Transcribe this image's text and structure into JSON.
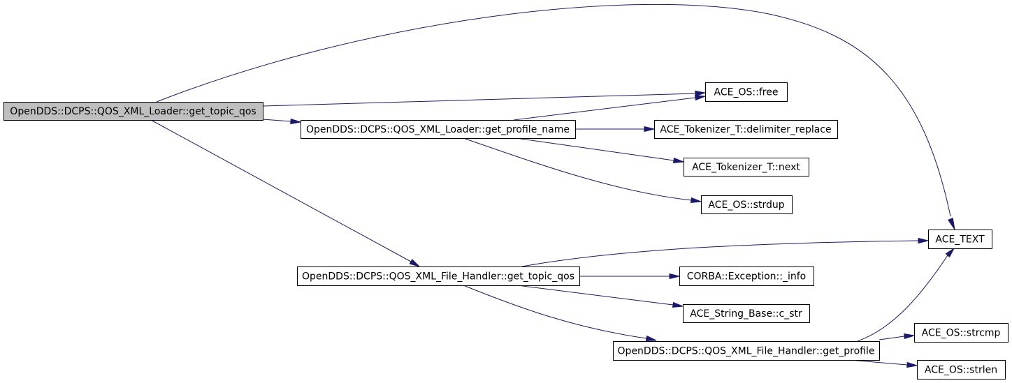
{
  "colors": {
    "root_fill": "#bfbfbf",
    "node_fill": "#ffffff",
    "edge": "#191970"
  },
  "nodes": [
    {
      "id": "n_loader_get_topic_qos",
      "label": "OpenDDS::DCPS::QOS_XML_Loader::get_topic_qos",
      "root": true
    },
    {
      "id": "n_get_profile_name",
      "label": "OpenDDS::DCPS::QOS_XML_Loader::get_profile_name"
    },
    {
      "id": "n_free",
      "label": "ACE_OS::free"
    },
    {
      "id": "n_delimiter_replace",
      "label": "ACE_Tokenizer_T::delimiter_replace"
    },
    {
      "id": "n_next",
      "label": "ACE_Tokenizer_T::next"
    },
    {
      "id": "n_strdup",
      "label": "ACE_OS::strdup"
    },
    {
      "id": "n_ace_text",
      "label": "ACE_TEXT"
    },
    {
      "id": "n_handler_get_topic_qos",
      "label": "OpenDDS::DCPS::QOS_XML_File_Handler::get_topic_qos"
    },
    {
      "id": "n_exception_info",
      "label": "CORBA::Exception::_info"
    },
    {
      "id": "n_c_str",
      "label": "ACE_String_Base::c_str"
    },
    {
      "id": "n_get_profile",
      "label": "OpenDDS::DCPS::QOS_XML_File_Handler::get_profile"
    },
    {
      "id": "n_strcmp",
      "label": "ACE_OS::strcmp"
    },
    {
      "id": "n_strlen",
      "label": "ACE_OS::strlen"
    }
  ],
  "edges": [
    {
      "from": "n_loader_get_topic_qos",
      "to": "n_ace_text"
    },
    {
      "from": "n_loader_get_topic_qos",
      "to": "n_free"
    },
    {
      "from": "n_loader_get_topic_qos",
      "to": "n_get_profile_name"
    },
    {
      "from": "n_loader_get_topic_qos",
      "to": "n_handler_get_topic_qos"
    },
    {
      "from": "n_get_profile_name",
      "to": "n_free"
    },
    {
      "from": "n_get_profile_name",
      "to": "n_delimiter_replace"
    },
    {
      "from": "n_get_profile_name",
      "to": "n_next"
    },
    {
      "from": "n_get_profile_name",
      "to": "n_strdup"
    },
    {
      "from": "n_handler_get_topic_qos",
      "to": "n_ace_text"
    },
    {
      "from": "n_handler_get_topic_qos",
      "to": "n_exception_info"
    },
    {
      "from": "n_handler_get_topic_qos",
      "to": "n_c_str"
    },
    {
      "from": "n_handler_get_topic_qos",
      "to": "n_get_profile"
    },
    {
      "from": "n_get_profile",
      "to": "n_ace_text"
    },
    {
      "from": "n_get_profile",
      "to": "n_strcmp"
    },
    {
      "from": "n_get_profile",
      "to": "n_strlen"
    }
  ]
}
